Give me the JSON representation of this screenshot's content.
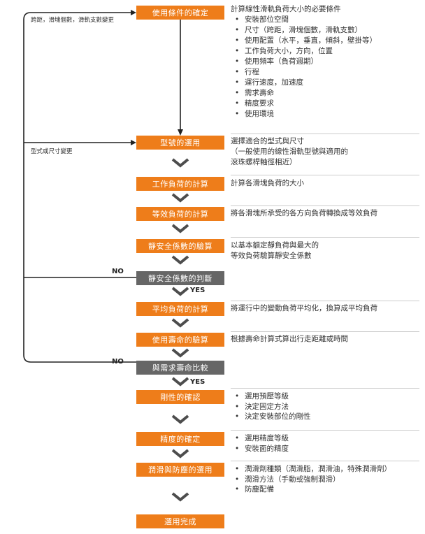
{
  "steps": [
    {
      "label": "使用條件的確定"
    },
    {
      "label": "型號的選用"
    },
    {
      "label": "工作負荷的計算"
    },
    {
      "label": "等效負荷的計算"
    },
    {
      "label": "靜安全係數的驗算"
    },
    {
      "label": "靜安全係數的判斷"
    },
    {
      "label": "平均負荷的計算"
    },
    {
      "label": "使用壽命的驗算"
    },
    {
      "label": "與需求壽命比較"
    },
    {
      "label": "剛性的確認"
    },
    {
      "label": "精度的確定"
    },
    {
      "label": "潤滑與防塵的選用"
    },
    {
      "label": "選用完成"
    }
  ],
  "descriptions": {
    "conditions_title": "計算線性滑軌負荷大小的必要條件",
    "conditions_items": [
      "安裝部位空間",
      "尺寸（跨距，滑塊個數，滑軌支數）",
      "使用配置（水平，垂直，傾斜，壁掛等）",
      "工作負荷大小，方向，位置",
      "使用頻率（負荷週期）",
      "行程",
      "運行速度，加速度",
      "需求壽命",
      "精度要求",
      "使用環境"
    ],
    "model": [
      "選擇適合的型式與尺寸",
      "（一般使用的線性滑軌型號與適用的",
      "滾珠螺桿軸徑相近）"
    ],
    "working_load": "計算各滑塊負荷的大小",
    "equiv_load": "將各滑塊所承受的各方向負荷轉換成等效負荷",
    "static_safety": [
      "以基本額定靜負荷與最大的",
      "等效負荷驗算靜安全係數"
    ],
    "mean_load": "將運行中的變動負荷平均化，換算成平均負荷",
    "life": "根據壽命計算式算出行走距離或時間",
    "rigidity": [
      "選用預壓等級",
      "決定固定方法",
      "決定安裝部位的剛性"
    ],
    "precision": [
      "選用精度等級",
      "安裝面的精度"
    ],
    "lubrication": [
      "潤滑劑種類（潤滑脂，潤滑油，特殊潤滑劑）",
      "潤滑方法（手動或強制潤滑）",
      "防塵配備"
    ]
  },
  "branch_labels": {
    "top_loop": "跨距，滑塊個數，滑軌支數變更",
    "model_loop": "型式或尺寸變更",
    "no1": "NO",
    "no2": "NO",
    "yes1": "YES",
    "yes2": "YES"
  },
  "colors": {
    "step": "#ee7d1a",
    "decision": "#666666",
    "chevron": "#4d4d4d",
    "line": "#222222"
  }
}
